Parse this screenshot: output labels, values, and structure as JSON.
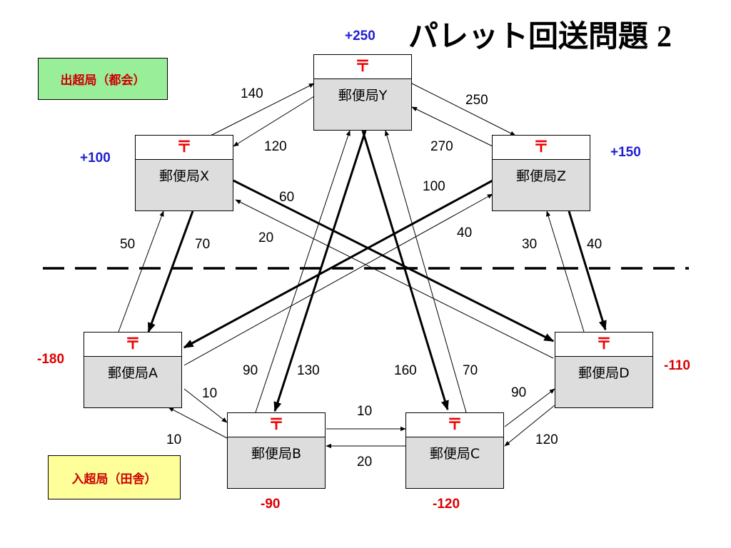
{
  "title": {
    "text": "パレット回送問題",
    "number": "2"
  },
  "legend": {
    "out": "出超局（都会）",
    "in": "入超局（田舎）"
  },
  "stations": {
    "Y": {
      "mark": "〒",
      "name": "郵便局Y",
      "balance": "+250"
    },
    "X": {
      "mark": "〒",
      "name": "郵便局X",
      "balance": "+100"
    },
    "Z": {
      "mark": "〒",
      "name": "郵便局Z",
      "balance": "+150"
    },
    "A": {
      "mark": "〒",
      "name": "郵便局A",
      "balance": "-180"
    },
    "D": {
      "mark": "〒",
      "name": "郵便局D",
      "balance": "-110"
    },
    "B": {
      "mark": "〒",
      "name": "郵便局B",
      "balance": "-90"
    },
    "C": {
      "mark": "〒",
      "name": "郵便局C",
      "balance": "-120"
    }
  },
  "flows": {
    "x_to_y": "140",
    "y_to_x": "120",
    "y_to_z": "250",
    "z_to_y": "270",
    "x_to_d": "60",
    "d_to_x": "20",
    "z_to_a": "100",
    "a_to_z": "40",
    "a_to_x": "50",
    "x_to_a": "70",
    "d_to_z": "30",
    "z_to_d": "40",
    "b_to_y": "90",
    "y_to_b": "130",
    "y_to_c": "160",
    "c_to_y": "70",
    "a_to_b": "10",
    "b_to_a": "10",
    "b_to_c": "10",
    "c_to_b": "20",
    "c_to_d": "90",
    "d_to_c": "120"
  },
  "colors": {
    "supply": "#1e1ed2",
    "demand": "#dd0000",
    "post_mark": "#ee0000",
    "out_box": "#99ee99",
    "in_box": "#ffff99",
    "station_fill": "#dddddd"
  }
}
